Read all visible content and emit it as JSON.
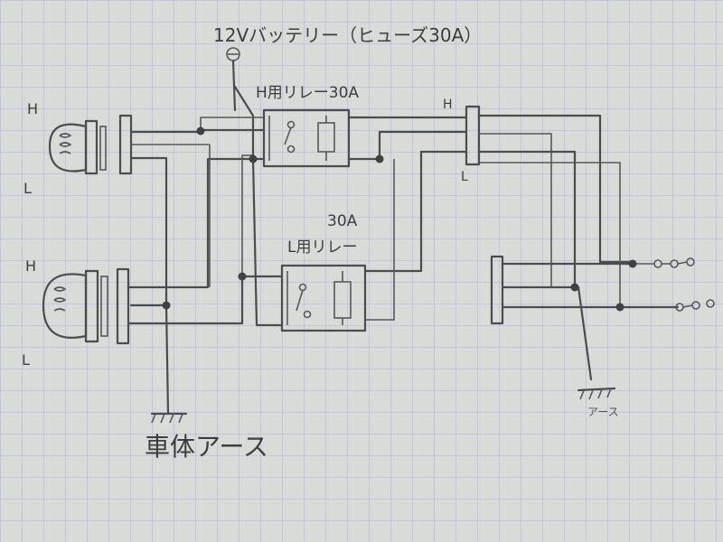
{
  "colors": {
    "paper": "#d9dbd8",
    "grid": "#aab6c2",
    "pencil": "#4a4c4e"
  },
  "labels": {
    "battery": "12Vバッテリー（ヒューズ30A）",
    "h_relay": "H用リレー30A",
    "l_relay_amp": "30A",
    "l_relay": "L用リレー",
    "top_lamp_h": "H",
    "top_lamp_l": "L",
    "bottom_lamp_h": "H",
    "bottom_lamp_l": "L",
    "connector_h": "H",
    "connector_l": "L",
    "ground_right": "アース",
    "body_ground": "車体アース"
  }
}
